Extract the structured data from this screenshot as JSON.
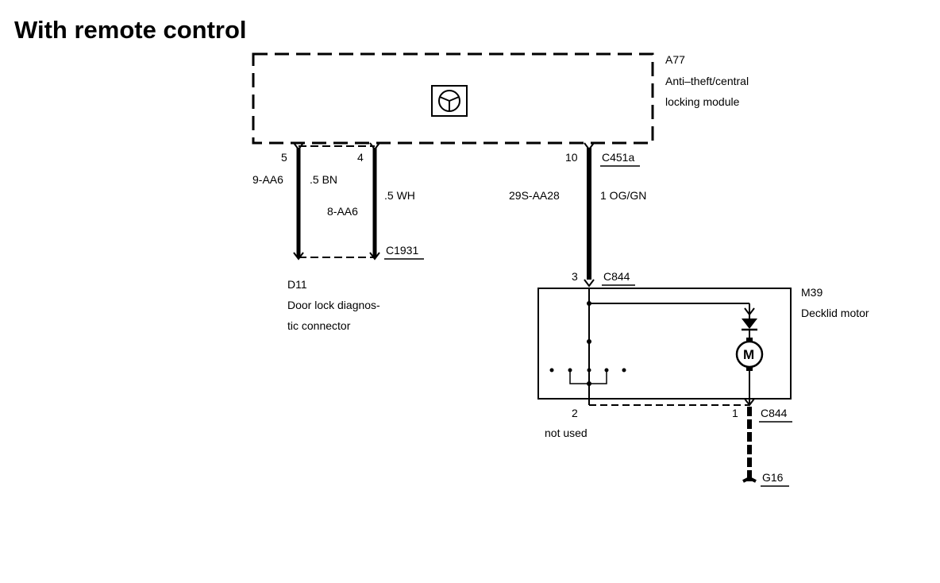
{
  "title": "With remote control",
  "modules": {
    "a77": {
      "id": "A77",
      "line1": "Anti–theft/central",
      "line2": "locking module"
    },
    "d11": {
      "id": "D11",
      "line1": "Door lock diagnos-",
      "line2": "tic connector"
    },
    "m39": {
      "id": "M39",
      "line1": "Decklid motor"
    }
  },
  "pins": {
    "p5": "5",
    "p4": "4",
    "p10": "10",
    "p3": "3",
    "p2": "2",
    "p1": "1"
  },
  "connectors": {
    "c451a": "C451a",
    "c1931": "C1931",
    "c844_top": "C844",
    "c844_bottom": "C844",
    "g16": "G16"
  },
  "wires": {
    "w9aa6": {
      "circuit": "9-AA6",
      "spec": ".5 BN"
    },
    "w8aa6": {
      "circuit": "8-AA6",
      "spec": ".5 WH"
    },
    "w29s": {
      "circuit": "29S-AA28",
      "spec": "1 OG/GN"
    }
  },
  "notes": {
    "not_used": "not used"
  },
  "icons": {
    "module_symbol": "steering-wheel-icon",
    "motor_symbol": "motor-icon",
    "diode_symbol": "diode-icon"
  }
}
